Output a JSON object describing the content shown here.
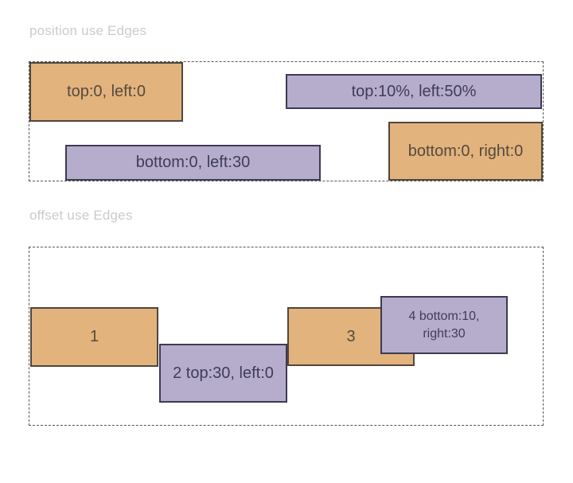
{
  "colors": {
    "background": "#ffffff",
    "orange_fill": "#e2b37d",
    "orange_border": "#4f473d",
    "orange_text": "#544a3d",
    "purple_fill": "#b6adcd",
    "purple_border": "#3d3a52",
    "purple_text": "#3f3c55",
    "heading_gray": "#cbcbcb",
    "dashed_border": "#555555"
  },
  "section_position": {
    "title": "position use Edges",
    "boxes": {
      "top_left": "top:0, left:0",
      "top_half": "top:10%, left:50%",
      "bottom_left": "bottom:0, left:30",
      "bottom_right": "bottom:0, right:0"
    }
  },
  "section_offset": {
    "title": "offset use Edges",
    "boxes": {
      "one": "1",
      "two": "2 top:30, left:0",
      "three": "3",
      "four": "4 bottom:10, right:30"
    }
  }
}
